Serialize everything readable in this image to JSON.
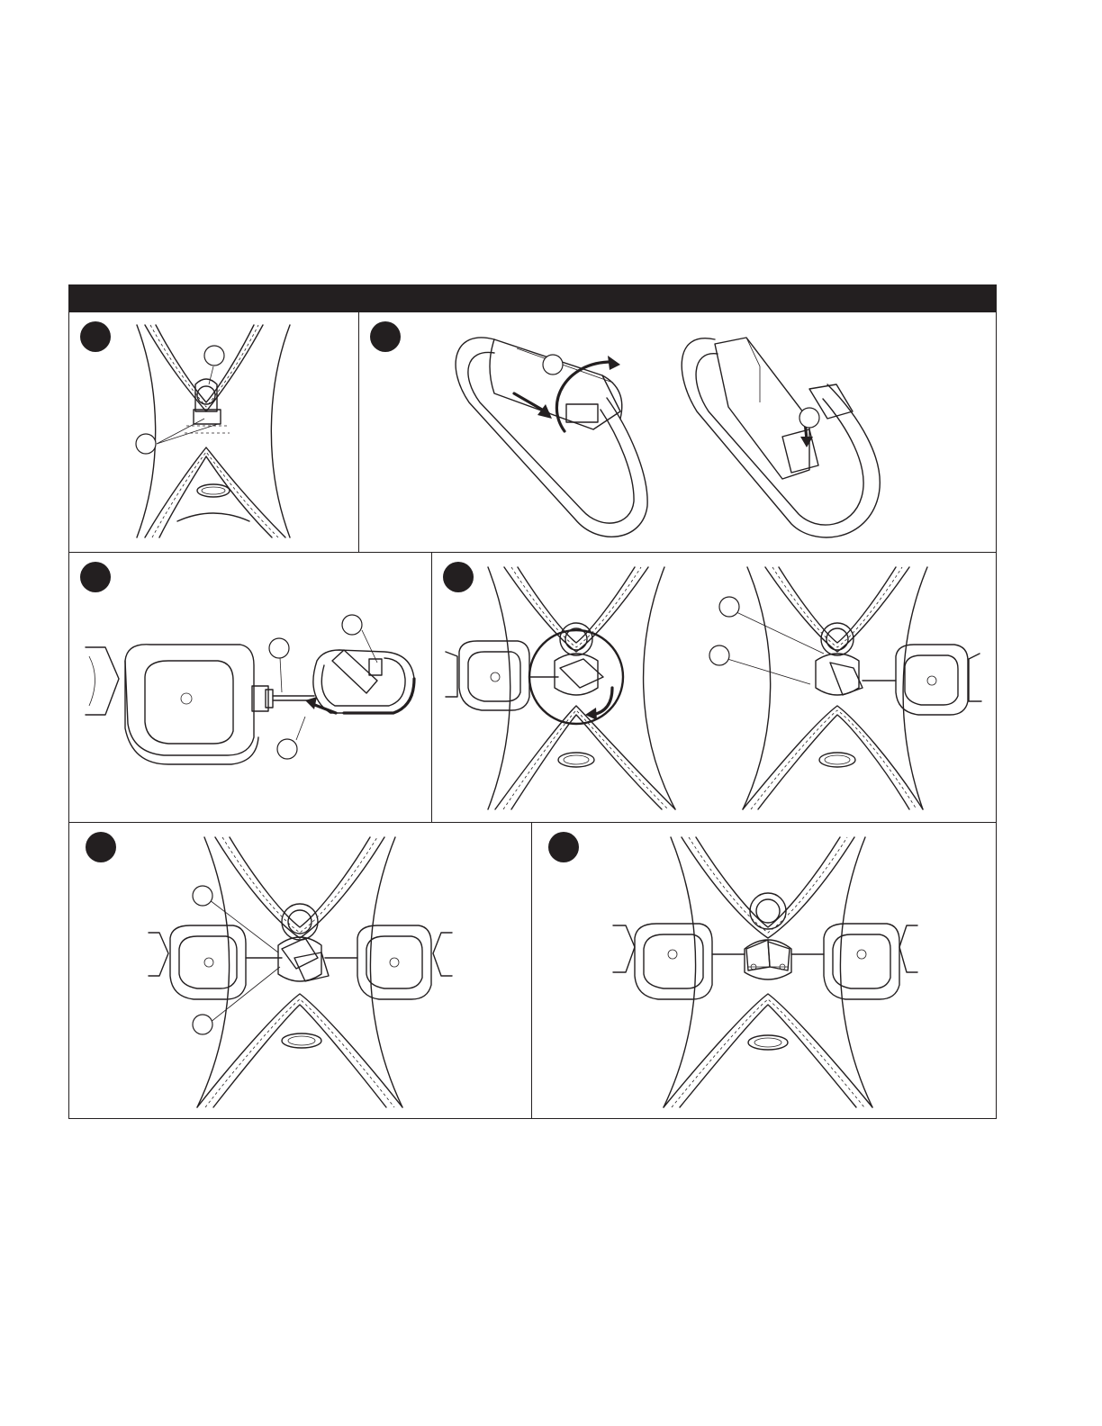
{
  "colors": {
    "ink": "#231f20",
    "paper": "#ffffff"
  },
  "steps": [
    {
      "id": 1,
      "content": "harness-front-attachment"
    },
    {
      "id": 2,
      "content": "carabiner-gate-open"
    },
    {
      "id": 3,
      "content": "retractable-device-with-carabiner"
    },
    {
      "id": 4,
      "content": "connecting-devices-to-harness"
    },
    {
      "id": 5,
      "content": "both-devices-connected"
    },
    {
      "id": 6,
      "content": "final-assembly"
    }
  ]
}
